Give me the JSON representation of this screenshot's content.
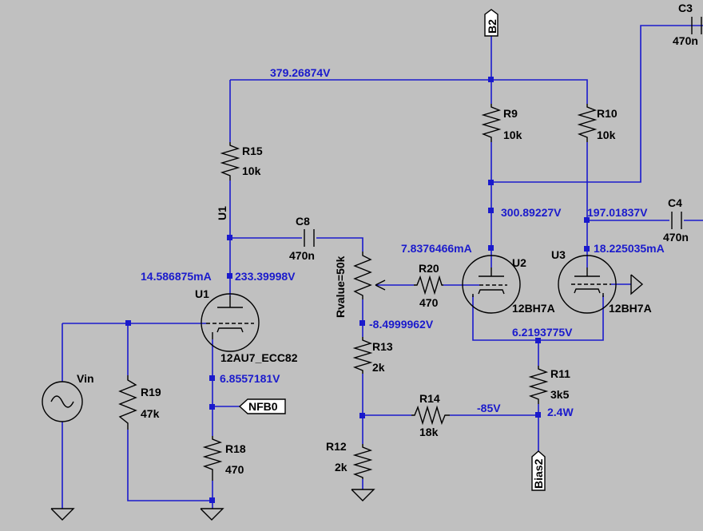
{
  "colors": {
    "background": "#c0c0c0",
    "wire": "#1a1acc",
    "component": "#000000",
    "annotation": "#1a1acc"
  },
  "nets": {
    "b2": "B2",
    "nfb0": "NFB0",
    "bias2": "Bias2",
    "u1_net": "U1"
  },
  "annotations": {
    "v_rail": "379.26874V",
    "v_u2_anode": "300.89227V",
    "v_u3_anode": "197.01837V",
    "i_u1": "14.586875mA",
    "v_u1_anode": "233.39998V",
    "i_u2": "7.8376466mA",
    "i_u3": "18.225035mA",
    "v_pot_wiper": "-8.4999962V",
    "v_cathodes": "6.2193775V",
    "v_u1_cathode": "6.8557181V",
    "v_bias": "-85V",
    "p_r11": "2.4W"
  },
  "components": {
    "r15": {
      "ref": "R15",
      "value": "10k"
    },
    "r9": {
      "ref": "R9",
      "value": "10k"
    },
    "r10": {
      "ref": "R10",
      "value": "10k"
    },
    "c3": {
      "ref": "C3",
      "value": "470n"
    },
    "c4": {
      "ref": "C4",
      "value": "470n"
    },
    "c8": {
      "ref": "C8",
      "value": "470n"
    },
    "pot": {
      "ref": "Rvalue=50k"
    },
    "r20": {
      "ref": "R20",
      "value": "470"
    },
    "u1": {
      "ref": "U1",
      "model": "12AU7_ECC82"
    },
    "u2": {
      "ref": "U2",
      "model": "12BH7A"
    },
    "u3": {
      "ref": "U3",
      "model": "12BH7A"
    },
    "vin": {
      "ref": "Vin"
    },
    "r19": {
      "ref": "R19",
      "value": "47k"
    },
    "r13": {
      "ref": "R13",
      "value": "2k"
    },
    "r11": {
      "ref": "R11",
      "value": "3k5"
    },
    "r14": {
      "ref": "R14",
      "value": "18k"
    },
    "r12": {
      "ref": "R12",
      "value": "2k"
    },
    "r18": {
      "ref": "R18",
      "value": "470"
    }
  }
}
